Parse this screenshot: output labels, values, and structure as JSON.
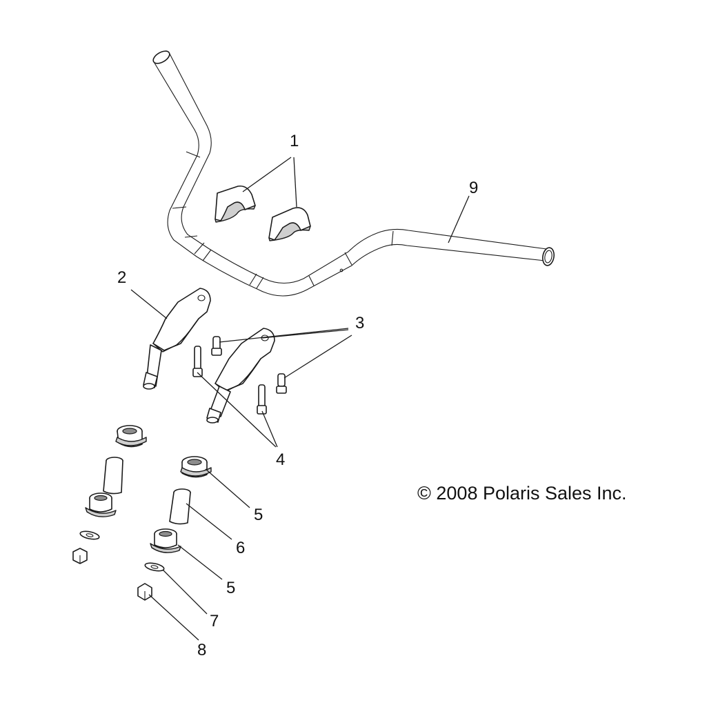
{
  "copyright": "© 2008 Polaris Sales Inc.",
  "callouts": {
    "c1": "1",
    "c2": "2",
    "c3": "3",
    "c4": "4",
    "c5a": "5",
    "c5b": "5",
    "c6": "6",
    "c7": "7",
    "c8": "8",
    "c9": "9"
  }
}
